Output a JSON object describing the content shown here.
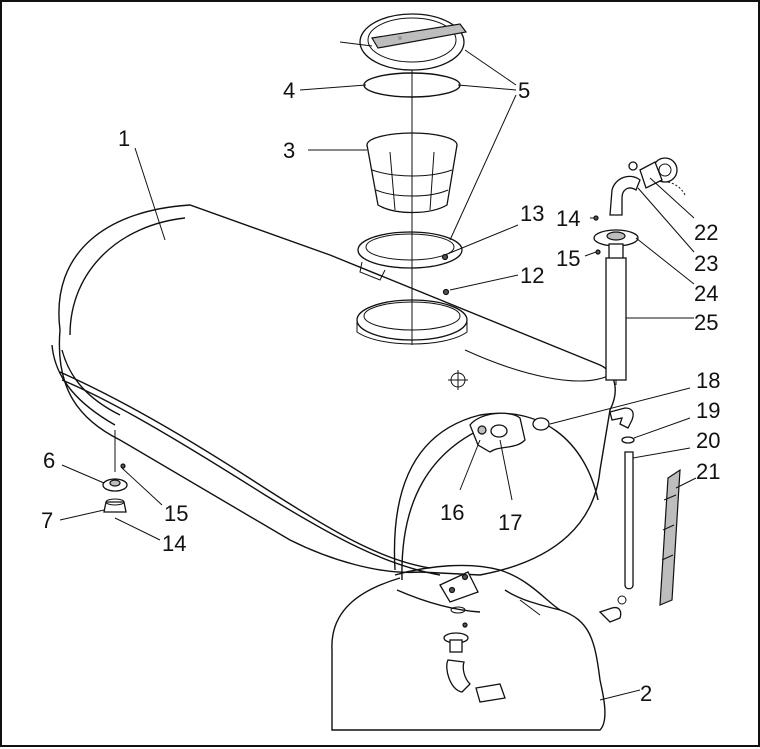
{
  "diagram": {
    "callouts": [
      {
        "id": "c1",
        "text": "1"
      },
      {
        "id": "c2",
        "text": "2"
      },
      {
        "id": "c3",
        "text": "3"
      },
      {
        "id": "c4",
        "text": "4"
      },
      {
        "id": "c5",
        "text": "5"
      },
      {
        "id": "c6",
        "text": "6"
      },
      {
        "id": "c7",
        "text": "7"
      },
      {
        "id": "c12",
        "text": "12"
      },
      {
        "id": "c13",
        "text": "13"
      },
      {
        "id": "c14a",
        "text": "14"
      },
      {
        "id": "c14b",
        "text": "14"
      },
      {
        "id": "c15a",
        "text": "15"
      },
      {
        "id": "c15b",
        "text": "15"
      },
      {
        "id": "c16",
        "text": "16"
      },
      {
        "id": "c17",
        "text": "17"
      },
      {
        "id": "c18",
        "text": "18"
      },
      {
        "id": "c19",
        "text": "19"
      },
      {
        "id": "c20",
        "text": "20"
      },
      {
        "id": "c21",
        "text": "21"
      },
      {
        "id": "c22",
        "text": "22"
      },
      {
        "id": "c23",
        "text": "23"
      },
      {
        "id": "c24",
        "text": "24"
      },
      {
        "id": "c25",
        "text": "25"
      }
    ]
  }
}
